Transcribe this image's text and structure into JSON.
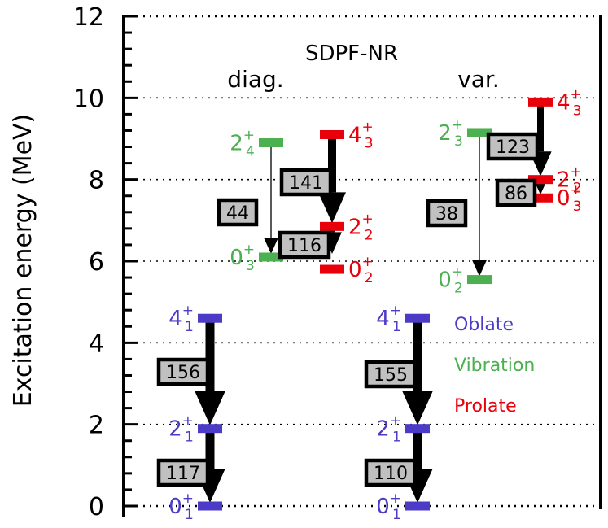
{
  "title": "SDPF-NR",
  "y_axis": {
    "label": "Excitation energy (MeV)",
    "min": 0,
    "max": 12,
    "major_ticks": [
      0,
      2,
      4,
      6,
      8,
      10,
      12
    ]
  },
  "columns": [
    {
      "id": "diag",
      "label": "diag."
    },
    {
      "id": "var",
      "label": "var."
    }
  ],
  "colors": {
    "oblate": "#4b3bc6",
    "vibration": "#4cb050",
    "prolate": "#e8000b",
    "box_fill": "#c0c0c0"
  },
  "legend": [
    {
      "name": "Oblate",
      "color_key": "oblate"
    },
    {
      "name": "Vibration",
      "color_key": "vibration"
    },
    {
      "name": "Prolate",
      "color_key": "prolate"
    }
  ],
  "levels": [
    {
      "id": "d_0_1",
      "col": "diag",
      "energy": 0.0,
      "j": "0",
      "p": "+",
      "n": "1",
      "shape": "oblate"
    },
    {
      "id": "d_2_1",
      "col": "diag",
      "energy": 1.9,
      "j": "2",
      "p": "+",
      "n": "1",
      "shape": "oblate"
    },
    {
      "id": "d_4_1",
      "col": "diag",
      "energy": 4.6,
      "j": "4",
      "p": "+",
      "n": "1",
      "shape": "oblate"
    },
    {
      "id": "d_0_3",
      "col": "diag",
      "energy": 6.1,
      "j": "0",
      "p": "+",
      "n": "3",
      "shape": "vibration"
    },
    {
      "id": "d_2_4",
      "col": "diag",
      "energy": 8.9,
      "j": "2",
      "p": "+",
      "n": "4",
      "shape": "vibration"
    },
    {
      "id": "d_0_2",
      "col": "diag",
      "energy": 5.8,
      "j": "0",
      "p": "+",
      "n": "2",
      "shape": "prolate"
    },
    {
      "id": "d_2_2",
      "col": "diag",
      "energy": 6.85,
      "j": "2",
      "p": "+",
      "n": "2",
      "shape": "prolate"
    },
    {
      "id": "d_4_3",
      "col": "diag",
      "energy": 9.1,
      "j": "4",
      "p": "+",
      "n": "3",
      "shape": "prolate"
    },
    {
      "id": "v_0_1",
      "col": "var",
      "energy": 0.0,
      "j": "0",
      "p": "+",
      "n": "1",
      "shape": "oblate"
    },
    {
      "id": "v_2_1",
      "col": "var",
      "energy": 1.9,
      "j": "2",
      "p": "+",
      "n": "1",
      "shape": "oblate"
    },
    {
      "id": "v_4_1",
      "col": "var",
      "energy": 4.6,
      "j": "4",
      "p": "+",
      "n": "1",
      "shape": "oblate"
    },
    {
      "id": "v_0_2",
      "col": "var",
      "energy": 5.55,
      "j": "0",
      "p": "+",
      "n": "2",
      "shape": "vibration"
    },
    {
      "id": "v_2_3",
      "col": "var",
      "energy": 9.15,
      "j": "2",
      "p": "+",
      "n": "3",
      "shape": "vibration"
    },
    {
      "id": "v_0_3",
      "col": "var",
      "energy": 7.55,
      "j": "0",
      "p": "+",
      "n": "3",
      "shape": "prolate"
    },
    {
      "id": "v_2_2",
      "col": "var",
      "energy": 8.0,
      "j": "2",
      "p": "+",
      "n": "2",
      "shape": "prolate"
    },
    {
      "id": "v_4_3",
      "col": "var",
      "energy": 9.9,
      "j": "4",
      "p": "+",
      "n": "3",
      "shape": "prolate"
    }
  ],
  "transitions": [
    {
      "from": "d_2_1",
      "to": "d_0_1",
      "value": "117"
    },
    {
      "from": "d_4_1",
      "to": "d_2_1",
      "value": "156"
    },
    {
      "from": "d_4_3",
      "to": "d_2_2",
      "value": "141"
    },
    {
      "from": "d_2_2",
      "to": "d_0_3",
      "value": "116"
    },
    {
      "from": "d_2_4",
      "to": "d_0_3",
      "value": "44"
    },
    {
      "from": "v_2_1",
      "to": "v_0_1",
      "value": "110"
    },
    {
      "from": "v_4_1",
      "to": "v_2_1",
      "value": "155"
    },
    {
      "from": "v_4_3",
      "to": "v_2_2",
      "value": "123"
    },
    {
      "from": "v_2_2",
      "to": "v_0_3",
      "value": "86"
    },
    {
      "from": "v_2_3",
      "to": "v_0_2",
      "value": "38"
    }
  ]
}
